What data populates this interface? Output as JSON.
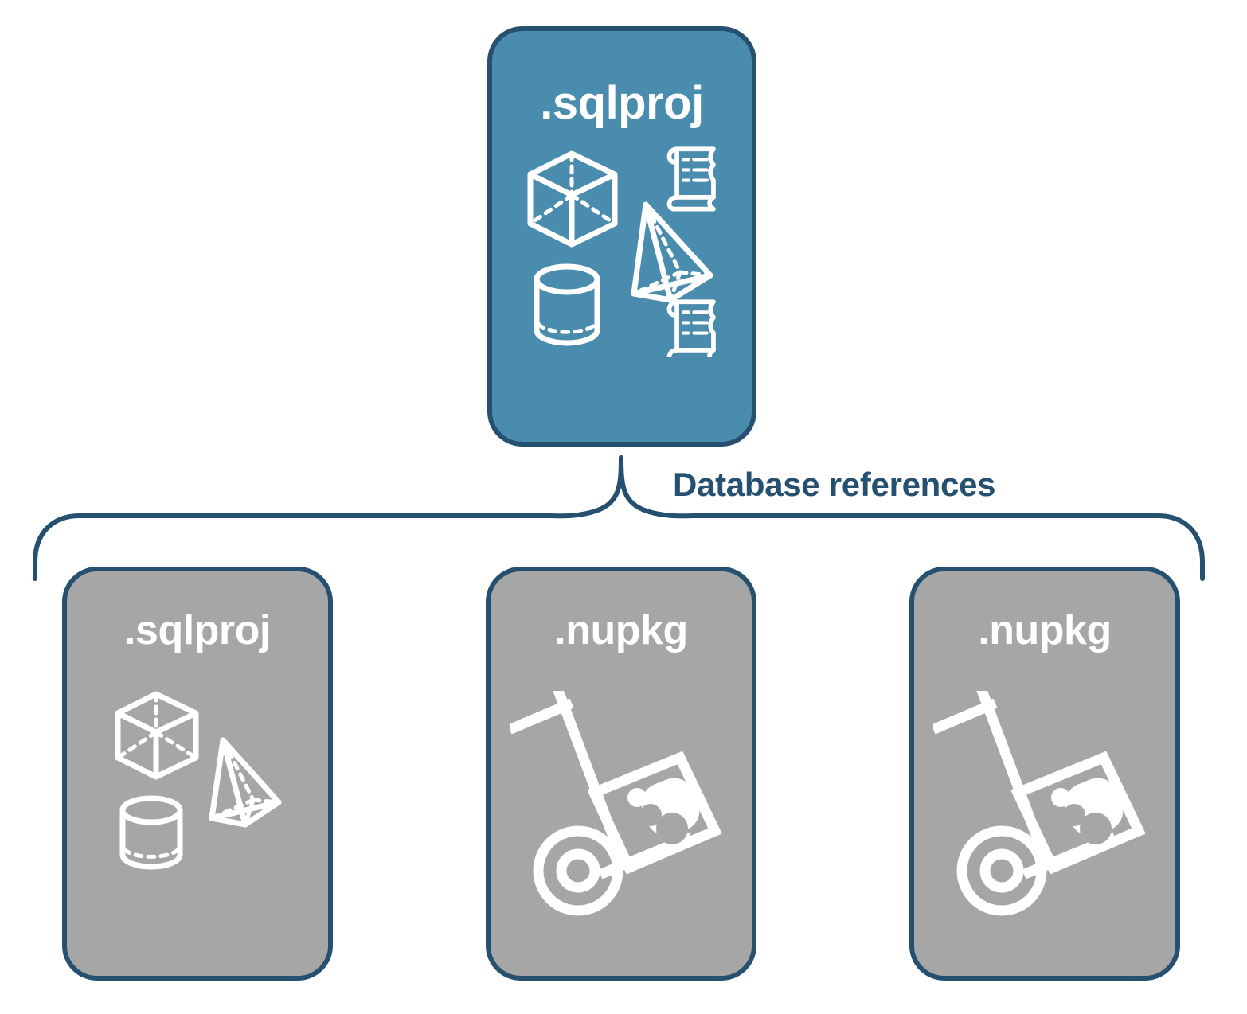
{
  "diagram": {
    "title_text": "Database references",
    "colors": {
      "teal_fill": "#4A8CAE",
      "gray_fill": "#A6A6A6",
      "stroke_navy": "#26506F",
      "icon_white": "#FFFFFF",
      "background": "#FFFFFF"
    }
  },
  "top_card": {
    "label": ".sqlproj",
    "icons": [
      "cube-icon",
      "scroll-icon",
      "pyramid-icon",
      "cylinder-icon",
      "scroll-icon"
    ]
  },
  "connector": {
    "label": "Database references"
  },
  "reference_cards": [
    {
      "label": ".sqlproj",
      "icon_set": "database-objects",
      "icons": [
        "cube-icon",
        "pyramid-icon",
        "cylinder-icon"
      ]
    },
    {
      "label": ".nupkg",
      "icon_set": "nuget-package",
      "icons": [
        "hand-truck-package-icon"
      ]
    },
    {
      "label": ".nupkg",
      "icon_set": "nuget-package",
      "icons": [
        "hand-truck-package-icon"
      ]
    }
  ]
}
